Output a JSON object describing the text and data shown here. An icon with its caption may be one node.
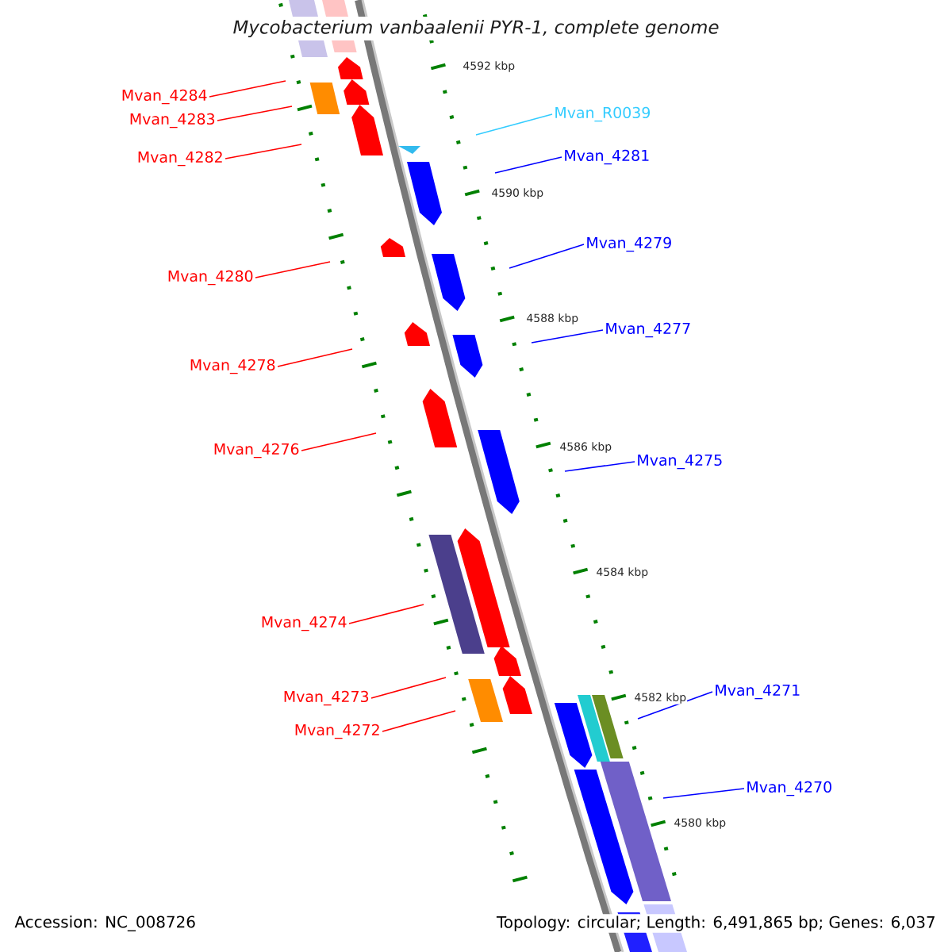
{
  "diagram": {
    "title": "Mycobacterium vanbaalenii PYR-1, complete genome",
    "nodes": [
      {
        "text": [
          "Mvan_4284"
        ]
      },
      {
        "text": [
          "Mvan_R0039"
        ]
      },
      {
        "text": [
          "Mvan_4283"
        ]
      },
      {
        "text": [
          "Mvan_4281"
        ]
      },
      {
        "text": [
          "Mvan_4282"
        ]
      },
      {
        "text": [
          "Mvan_4279"
        ]
      },
      {
        "text": [
          "Mvan_4280"
        ]
      },
      {
        "text": [
          "Mvan_4277"
        ]
      },
      {
        "text": [
          "Mvan_4278"
        ]
      },
      {
        "text": [
          "Mvan_4275"
        ]
      },
      {
        "text": [
          "Mvan_4276"
        ]
      },
      {
        "text": [
          "Mvan_4274"
        ]
      },
      {
        "text": [
          "Mvan_4271"
        ]
      },
      {
        "text": [
          "Mvan_4273"
        ]
      },
      {
        "text": [
          "Mvan_4272"
        ]
      },
      {
        "text": [
          "Mvan_4270"
        ]
      }
    ],
    "edges": [
      {
        "from": 0,
        "to": null,
        "arrow": "none"
      },
      {
        "from": 1,
        "to": null,
        "arrow": "none",
        "color": "#33ccff"
      },
      {
        "from": 2,
        "to": null,
        "arrow": "none"
      },
      {
        "from": 3,
        "to": null,
        "arrow": "none",
        "color": "#0000ff"
      },
      {
        "from": 4,
        "to": null,
        "arrow": "none"
      },
      {
        "from": 5,
        "to": null,
        "arrow": "none",
        "color": "#0000ff"
      },
      {
        "from": 6,
        "to": null,
        "arrow": "none"
      },
      {
        "from": 7,
        "to": null,
        "arrow": "none",
        "color": "#0000ff"
      },
      {
        "from": 8,
        "to": null,
        "arrow": "none"
      },
      {
        "from": 9,
        "to": null,
        "arrow": "none",
        "color": "#0000ff"
      },
      {
        "from": 10,
        "to": null,
        "arrow": "none"
      },
      {
        "from": 11,
        "to": null,
        "arrow": "none"
      },
      {
        "from": 12,
        "to": null,
        "arrow": "none",
        "color": "#0000ff"
      },
      {
        "from": 13,
        "to": null,
        "arrow": "none"
      },
      {
        "from": 14,
        "to": null,
        "arrow": "none"
      },
      {
        "from": 15,
        "to": null,
        "arrow": "none",
        "color": "#0000ff"
      }
    ],
    "labels": [
      "4592 kbp",
      "4590 kbp",
      "4588 kbp",
      "4586 kbp",
      "4584 kbp",
      "4582 kbp",
      "4580 kbp",
      "Accession: NC_008726",
      "Topology: circular; Length: 6,491,865 bp; Genes: 6,037"
    ]
  }
}
